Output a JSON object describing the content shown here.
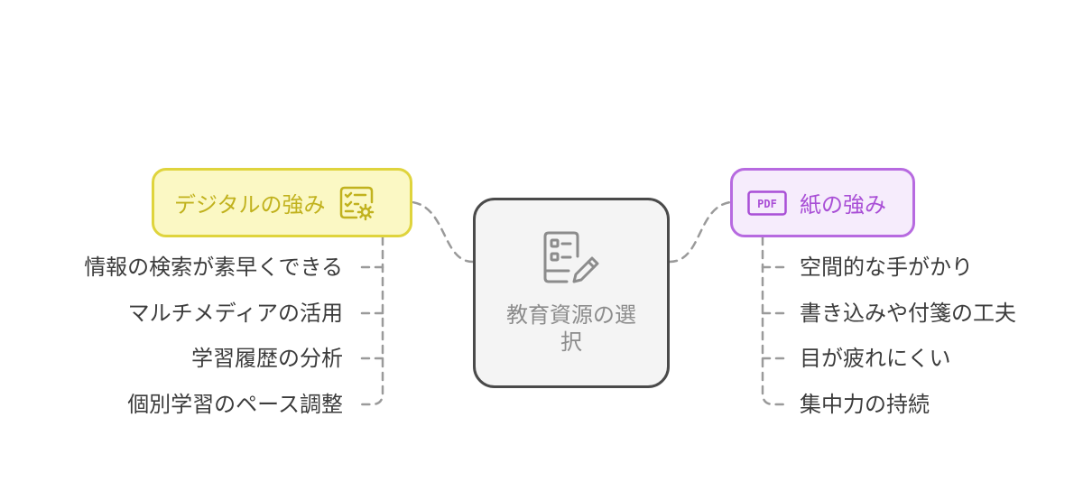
{
  "center": {
    "label": "教育資源の選択"
  },
  "branches": {
    "digital": {
      "label": "デジタルの強み",
      "border_color": "#dfd43d",
      "fill_color": "#fbf8c4",
      "text_color": "#c1b21e",
      "icon": "checklist-gear-icon",
      "items": [
        "情報の検索が素早くできる",
        "マルチメディアの活用",
        "学習履歴の分析",
        "個別学習のペース調整"
      ]
    },
    "paper": {
      "label": "紙の強み",
      "border_color": "#b76ae0",
      "fill_color": "#f6ecfc",
      "text_color": "#a94fd6",
      "icon": "pdf-document-icon",
      "icon_text": "PDF",
      "items": [
        "空間的な手がかり",
        "書き込みや付箋の工夫",
        "目が疲れにくい",
        "集中力の持続"
      ]
    }
  }
}
